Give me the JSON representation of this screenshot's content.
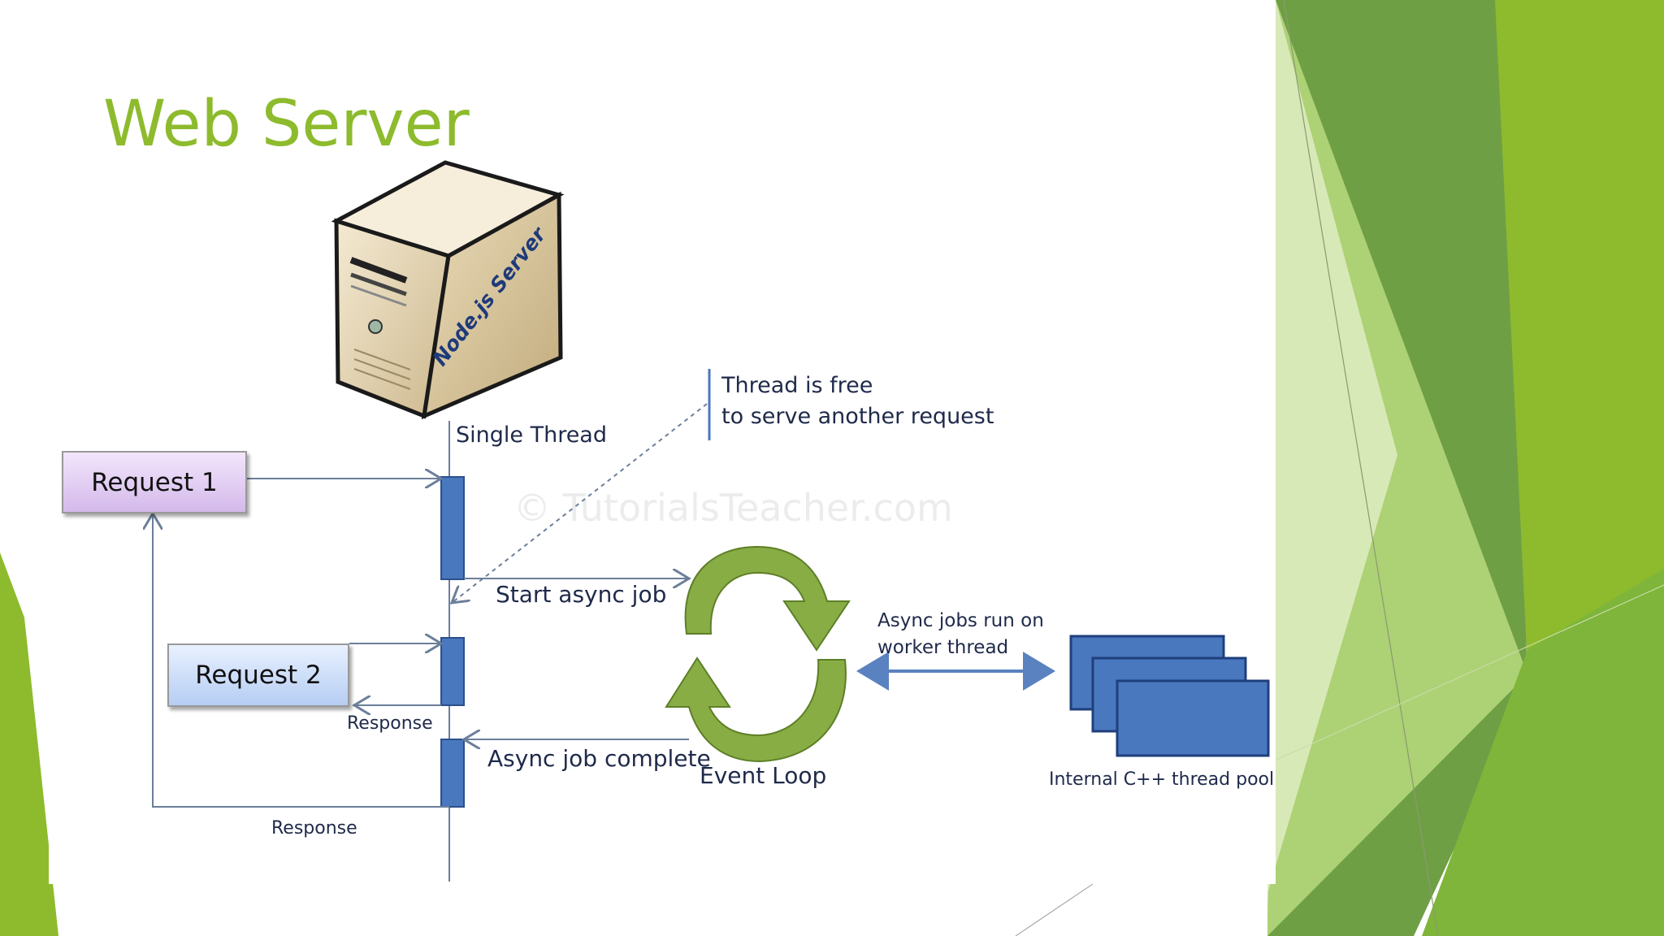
{
  "slide": {
    "title": "Web Server"
  },
  "diagram": {
    "server_label": "Node.js Server",
    "single_thread": "Single Thread",
    "request_1": "Request 1",
    "request_2": "Request 2",
    "thread_free_line1": "Thread is free",
    "thread_free_line2": "to serve another request",
    "watermark": "© TutorialsTeacher.com",
    "start_async_job": "Start async job",
    "async_job_complete": "Async job complete",
    "response_short": "Response",
    "response_long": "Response",
    "event_loop": "Event Loop",
    "async_jobs_line1": "Async jobs run on",
    "async_jobs_line2": "worker thread",
    "thread_pool": "Internal C++ thread pool"
  },
  "colors": {
    "title_green": "#8dbb2d",
    "bar_blue": "#4a78be",
    "arrow_green": "#7aa33a",
    "line_gray": "#6b7f9a"
  }
}
